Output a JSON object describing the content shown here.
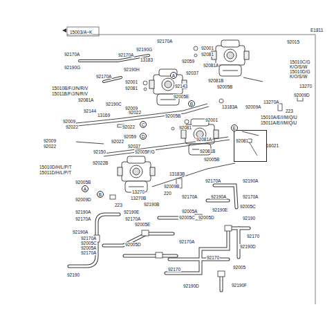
{
  "diagram": {
    "nodes": [
      {
        "text": [
          "92081"
        ]
      },
      {
        "text": [
          "A"
        ]
      },
      {
        "text": [
          "B"
        ]
      },
      {
        "text": [
          "C"
        ]
      },
      {
        "text": [
          "D"
        ]
      },
      {
        "text": [
          "E"
        ]
      },
      {
        "text": [
          "A"
        ]
      },
      {
        "text": [
          "B"
        ]
      }
    ],
    "labels": [
      "15003/A~K",
      "E1811",
      "92170A",
      "92190G",
      "92170A",
      "13183",
      "92190H",
      "92170A",
      "92190G",
      "92170A",
      "92001",
      "92081",
      "92015",
      "92059",
      "92037",
      "92081A",
      "15010C/G",
      "K/O/S/W",
      "15010D/G",
      "K/O/S/W",
      "92001",
      "92081",
      "92143",
      "92081B",
      "92005B",
      "13270",
      "92009D",
      "15010B/F/J/N/R/V",
      "15011B/F/J/N/R/V",
      "92081A",
      "92005E",
      "13183A",
      "92009A",
      "13270A",
      "223",
      "92190C",
      "92009",
      "92022",
      "92144",
      "13169",
      "92005B",
      "92001",
      "92081",
      "15010A/E/I/M/Q/U",
      "15011A/E/I/M/Q/U",
      "92009",
      "92022",
      "92022",
      "92059",
      "92037",
      "92022",
      "92150",
      "92005F/G",
      "92081A",
      "92081B",
      "92005B",
      "16021",
      "92009",
      "92022",
      "92022B",
      "15010D/H/L/P/T",
      "15011D/H/L/P/T",
      "13183B",
      "92005B",
      "13270",
      "92009B",
      "220",
      "92170A",
      "92190A",
      "92009D",
      "13270B",
      "223",
      "92190B",
      "92170A",
      "92190A",
      "92170A",
      "92005C",
      "92005A",
      "92190E",
      "92190A",
      "92170A",
      "92190E",
      "92170A",
      "92005E",
      "92005C",
      "92005D",
      "92190",
      "92170A",
      "92005C",
      "92005A",
      "92170A",
      "92190A",
      "92005D",
      "92170A",
      "92170",
      "92190D",
      "92190",
      "92170",
      "92170",
      "92005",
      "92190F",
      "92190D"
    ]
  }
}
